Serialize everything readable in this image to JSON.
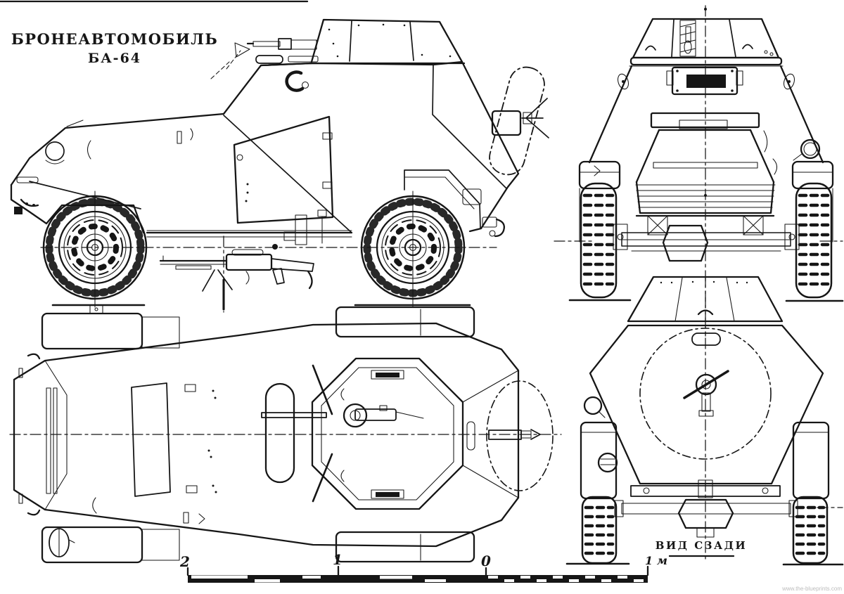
{
  "document": {
    "background_color": "#ffffff",
    "ink_color": "#161616",
    "watermark_color": "#bcbcbc"
  },
  "title": {
    "line1": "БРОНЕАВТОМОБИЛЬ",
    "line2": "БА-64"
  },
  "labels": {
    "rear_view": "ВИД СЗАДИ"
  },
  "scale_bar": {
    "tick_labels": [
      "2",
      "1",
      "0",
      "1 м"
    ]
  },
  "watermark": {
    "text": "www.the-blueprints.com"
  }
}
